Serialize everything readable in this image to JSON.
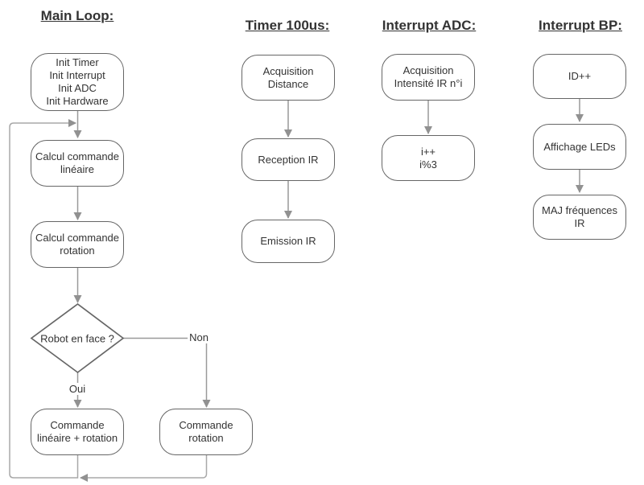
{
  "colors": {
    "background": "#ffffff",
    "text": "#333333",
    "node_border": "#666666",
    "node_fill": "#ffffff",
    "connector": "#999999",
    "loop_connector": "#a8a8a8",
    "arrowhead": "#919191"
  },
  "main_loop": {
    "title": "Main Loop:",
    "init_box": "Init Timer\nInit Interrupt\nInit ADC\nInit Hardware",
    "calc_lineaire_box": "Calcul commande\nlinéaire",
    "calc_rotation_box": "Calcul commande\nrotation",
    "decision_diamond": "Robot en face ?",
    "oui_label": "Oui",
    "non_label": "Non",
    "commande_lineaire_rotation_box": "Commande\nlinéaire + rotation",
    "commande_rotation_box": "Commande\nrotation"
  },
  "timer_100us": {
    "title": "Timer 100us:",
    "acquisition_distance_box": "Acquisition\nDistance",
    "reception_ir_box": "Reception IR",
    "emission_ir_box": "Emission IR"
  },
  "interrupt_adc": {
    "title": "Interrupt ADC:",
    "acquisition_intensite_box": "Acquisition\nIntensité IR n°i",
    "increment_box": "i++\ni%3"
  },
  "interrupt_bp": {
    "title": "Interrupt BP:",
    "id_increment_box": "ID++",
    "affichage_leds_box": "Affichage LEDs",
    "maj_frequences_box": "MAJ fréquences\nIR"
  }
}
